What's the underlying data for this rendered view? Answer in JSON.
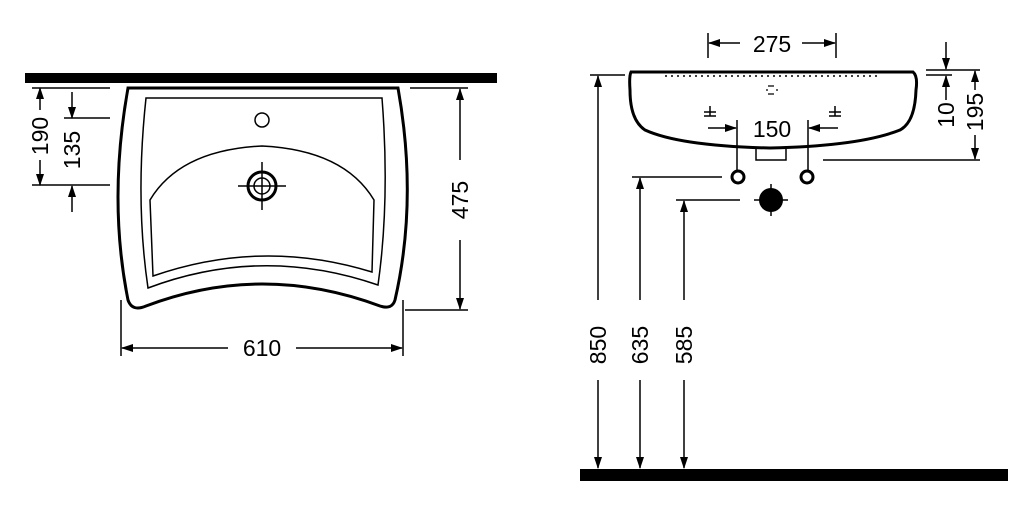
{
  "colors": {
    "line": "#000000",
    "background": "#ffffff"
  },
  "top_view": {
    "dims": {
      "height_to_tap": "190",
      "height_to_waste": "135",
      "depth": "475",
      "width": "610"
    }
  },
  "side_view": {
    "dims": {
      "bracket_spacing": "275",
      "rim": "10",
      "basin_height": "195",
      "tap_spacing": "150",
      "rim_height": "850",
      "supply_height": "635",
      "waste_height": "585"
    }
  }
}
